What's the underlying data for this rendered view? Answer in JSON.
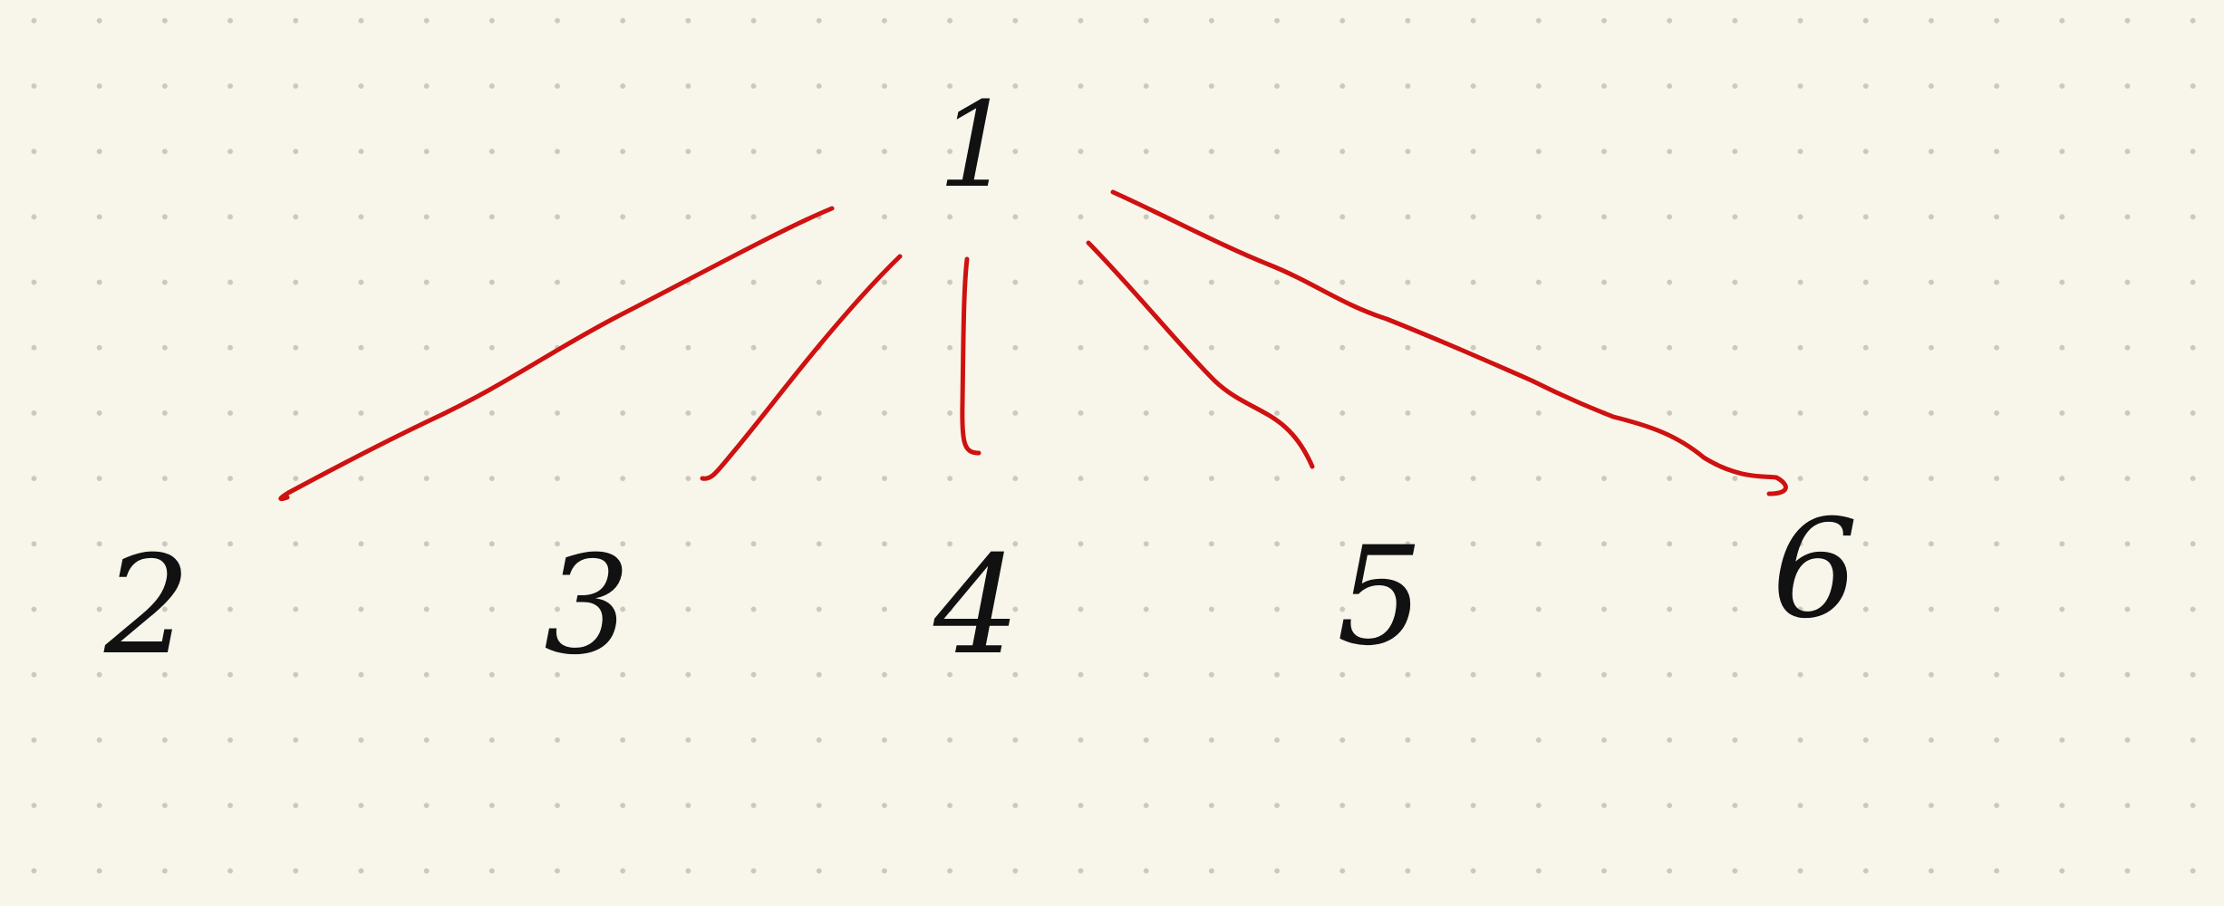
{
  "diagram": {
    "root": {
      "label": "1"
    },
    "children": [
      {
        "label": "2"
      },
      {
        "label": "3"
      },
      {
        "label": "4"
      },
      {
        "label": "5"
      },
      {
        "label": "6"
      }
    ],
    "colors": {
      "background": "#f8f6ea",
      "dot_grid": "#cbc9be",
      "edge": "#cf1111",
      "text": "#111111"
    }
  }
}
